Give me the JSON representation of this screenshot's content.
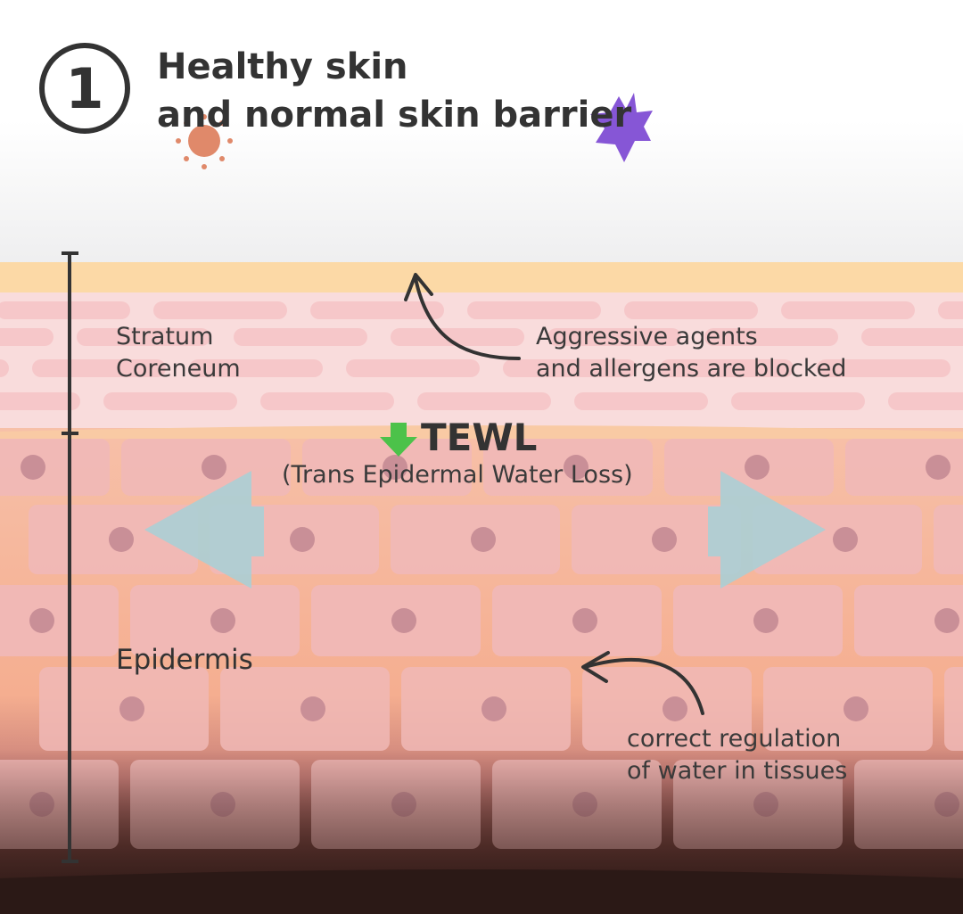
{
  "step_number": "1",
  "title_lines": [
    "Healthy skin",
    "and normal skin barrier"
  ],
  "labels": {
    "stratum": [
      "Stratum",
      "Coreneum"
    ],
    "blocked": [
      "Aggressive agents",
      "and allergens are blocked"
    ],
    "tewl": "TEWL",
    "tewl_full": "(Trans Epidermal Water Loss)",
    "epidermis": "Epidermis",
    "regulation": [
      "correct regulation",
      "of water in tissues"
    ]
  },
  "icons": {
    "tewl_arrow": "arrow-down-icon",
    "irritant": "sun-particle-icon",
    "allergen": "star-burst-icon",
    "spread_arrows": [
      "arrow-left-icon",
      "arrow-right-icon"
    ]
  },
  "colors": {
    "stratum_top": "#fcd9a6",
    "stratum_bg": "#f9dcdc",
    "stratum_cell": "#f6c7c9",
    "epidermis_gap": "#f7b89a",
    "epidermis_cell": "#f0b8b6",
    "nucleus": "#c98f97",
    "dark_layer": "#4a2a26",
    "tewl_arrow": "#4cc24a",
    "irritant": "#e0896a",
    "allergen": "#8656d6",
    "spread_arrows": "#a8cfd6"
  }
}
